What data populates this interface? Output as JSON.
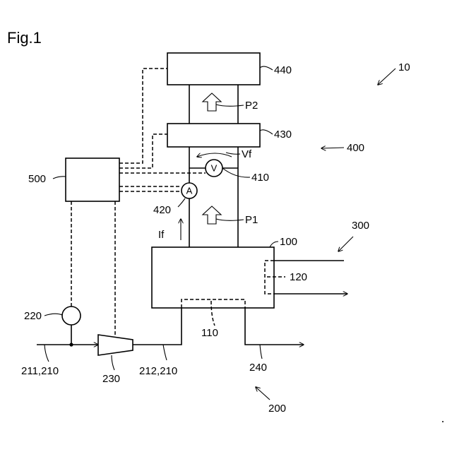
{
  "figure": {
    "title": "Fig.1",
    "labels": {
      "system": "10",
      "cell_stack": "100",
      "channel_110": "110",
      "channel_120": "120",
      "supply_system": "200",
      "line_211_210": "211,210",
      "line_212_210": "212,210",
      "valve_220": "220",
      "compressor_230": "230",
      "exhaust_240": "240",
      "coolant_300": "300",
      "power_unit_400": "400",
      "voltmeter_410": "410",
      "ammeter_420": "420",
      "unit_430": "430",
      "unit_440": "440",
      "controller_500": "500",
      "power_p1": "P1",
      "power_p2": "P2",
      "voltage_vf": "Vf",
      "current_if": "If",
      "voltmeter_symbol": "V",
      "ammeter_symbol": "A"
    }
  }
}
